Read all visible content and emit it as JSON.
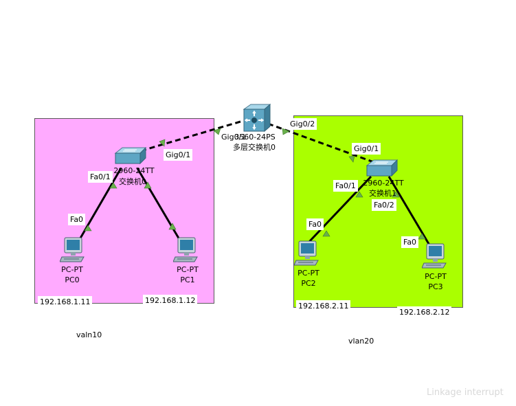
{
  "colors": {
    "vlan10_area": "#ffaaff",
    "vlan20_area": "#aaff00",
    "link": "#000000",
    "port_up": "#6ab04c"
  },
  "areas": {
    "vlan10": {
      "label": "valn10",
      "ip_pc0": "192.168.1.11",
      "ip_pc1": "192.168.1.12"
    },
    "vlan20": {
      "label": "vlan20",
      "ip_pc2": "192.168.2.11",
      "ip_pc3": "192.168.2.12"
    }
  },
  "devices": {
    "l3switch": {
      "icon": "multilayer-switch-icon",
      "model": "3560-24PS",
      "name": "多层交换机0"
    },
    "switch0": {
      "icon": "switch-icon",
      "model": "2960-24TT",
      "name": "交换机0"
    },
    "switch1": {
      "icon": "switch-icon",
      "model": "2960-24TT",
      "name": "交换机1"
    },
    "pc0": {
      "icon": "pc-icon",
      "model": "PC-PT",
      "name": "PC0"
    },
    "pc1": {
      "icon": "pc-icon",
      "model": "PC-PT",
      "name": "PC1"
    },
    "pc2": {
      "icon": "pc-icon",
      "model": "PC-PT",
      "name": "PC2"
    },
    "pc3": {
      "icon": "pc-icon",
      "model": "PC-PT",
      "name": "PC3"
    }
  },
  "ports": {
    "l3_gig01": "Gig0/1",
    "l3_gig02": "Gig0/2",
    "sw0_gig01": "Gig0/1",
    "sw0_fa01": "Fa0/1",
    "pc0_fa0": "Fa0",
    "sw1_gig01": "Gig0/1",
    "sw1_fa01": "Fa0/1",
    "sw1_fa02": "Fa0/2",
    "pc2_fa0": "Fa0",
    "pc3_fa0": "Fa0"
  },
  "watermark": "Linkage interrupt"
}
